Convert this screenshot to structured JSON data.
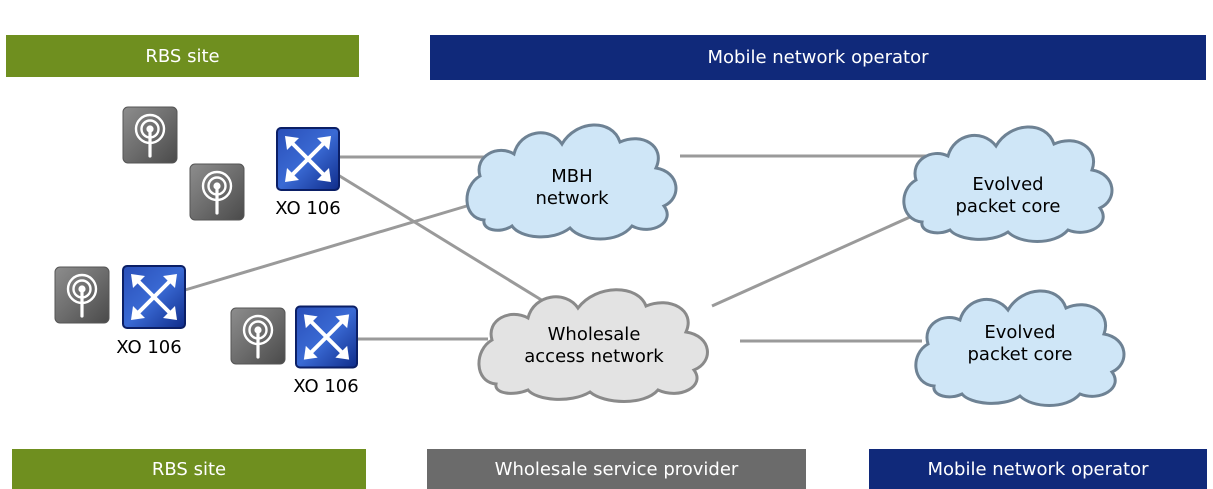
{
  "top_bars": {
    "rbs_site": "RBS site",
    "mobile_operator": "Mobile network operator"
  },
  "bottom_bars": {
    "rbs_site": "RBS site",
    "wholesale_provider": "Wholesale service provider",
    "mobile_operator": "Mobile network operator"
  },
  "clouds": {
    "mbh": [
      "MBH",
      "network"
    ],
    "epc_top": [
      "Evolved",
      "packet core"
    ],
    "wholesale": [
      "Wholesale",
      "access network"
    ],
    "epc_bottom": [
      "Evolved",
      "packet core"
    ]
  },
  "devices": {
    "xo_a": "XO 106",
    "xo_b": "XO 106",
    "xo_c": "XO 106"
  },
  "colors": {
    "rbs_bar": "#6f8f1f",
    "operator_bar": "#10297a",
    "wholesale_bar": "#6b6b6b",
    "blue_cloud_fill": "#cfe6f7",
    "blue_cloud_stroke": "#6e8294",
    "grey_cloud_fill": "#e3e3e3",
    "grey_cloud_stroke": "#8a8a8a",
    "link_line": "#9a9a9a"
  },
  "icons": [
    "radio-antenna-icon",
    "cross-connect-switch-icon"
  ]
}
